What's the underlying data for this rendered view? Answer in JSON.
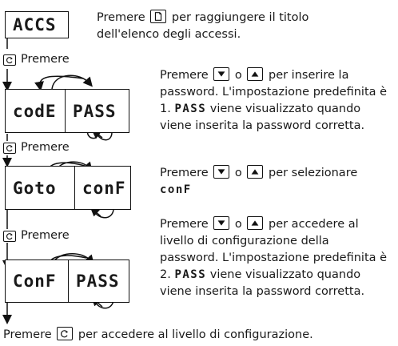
{
  "diagram": {
    "displays": {
      "accs": "ACCS",
      "code": "codE",
      "pass_1": "PASS",
      "goto": "Goto",
      "conf": "conF",
      "conf_2": "ConF",
      "pass_2": "PASS"
    },
    "premere_labels": [
      "Premere",
      "Premere",
      "Premere"
    ],
    "instructions": {
      "step1_a": "Premere",
      "step1_b": "per raggiungere il titolo",
      "step1_c": "dell'elenco degli accessi.",
      "step2_a": "Premere",
      "step2_or": "o",
      "step2_b": "per inserire la",
      "step2_c": "password.  L'impostazione predefinita è",
      "step2_d_num": "1.",
      "step2_d_code": "PASS",
      "step2_d_rest": "viene visualizzato quando",
      "step2_e": "viene inserita la password corretta.",
      "step3_a": "Premere",
      "step3_or": "o",
      "step3_b": "per selezionare",
      "step3_code": "conF",
      "step4_a": "Premere",
      "step4_or": "o",
      "step4_b": "per accedere al",
      "step4_c": "livello di configurazione della",
      "step4_d": "password.  L'impostazione predefinita è",
      "step4_e_num": "2.",
      "step4_e_code": "PASS",
      "step4_e_rest": "viene visualizzato quando",
      "step4_f": "viene inserita la password corretta.",
      "final_a": "Premere",
      "final_b": "per accedere al livello di configurazione."
    }
  }
}
